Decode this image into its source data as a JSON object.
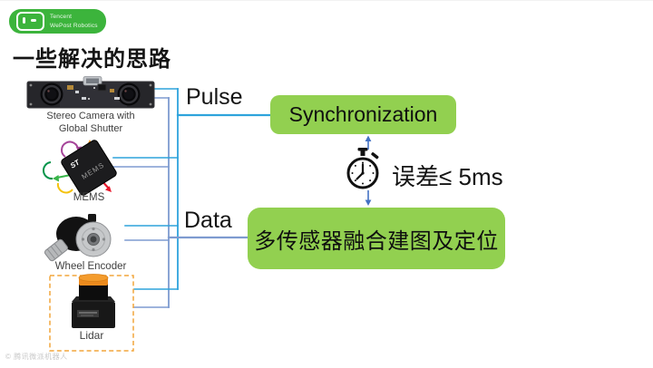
{
  "logo": {
    "brand_line1": "Tencent",
    "brand_line2": "WePost Robotics",
    "green": "#3cb43c"
  },
  "page_title": "一些解决的思路",
  "sensors": {
    "camera": {
      "label_line1": "Stereo Camera with",
      "label_line2": "Global Shutter"
    },
    "mems": {
      "label": "MEMS",
      "chip_logo": "ST",
      "chip_text": "MEMS"
    },
    "encoder": {
      "label": "Wheel Encoder"
    },
    "lidar": {
      "label": "Lidar"
    }
  },
  "signals": {
    "pulse_label": "Pulse",
    "data_label": "Data"
  },
  "boxes": {
    "sync_label": "Synchronization",
    "fusion_label": "多传感器融合建图及定位"
  },
  "timing": {
    "error_label": "误差≤ 5ms"
  },
  "watermark": "© 腾讯微派机器人",
  "colors": {
    "accent_green": "#92d050",
    "pulse_blue": "#2ea3dc",
    "data_blue": "#7e9bd0",
    "arrow_blue": "#4472c4",
    "lidar_dash_orange": "#f2a63b"
  }
}
